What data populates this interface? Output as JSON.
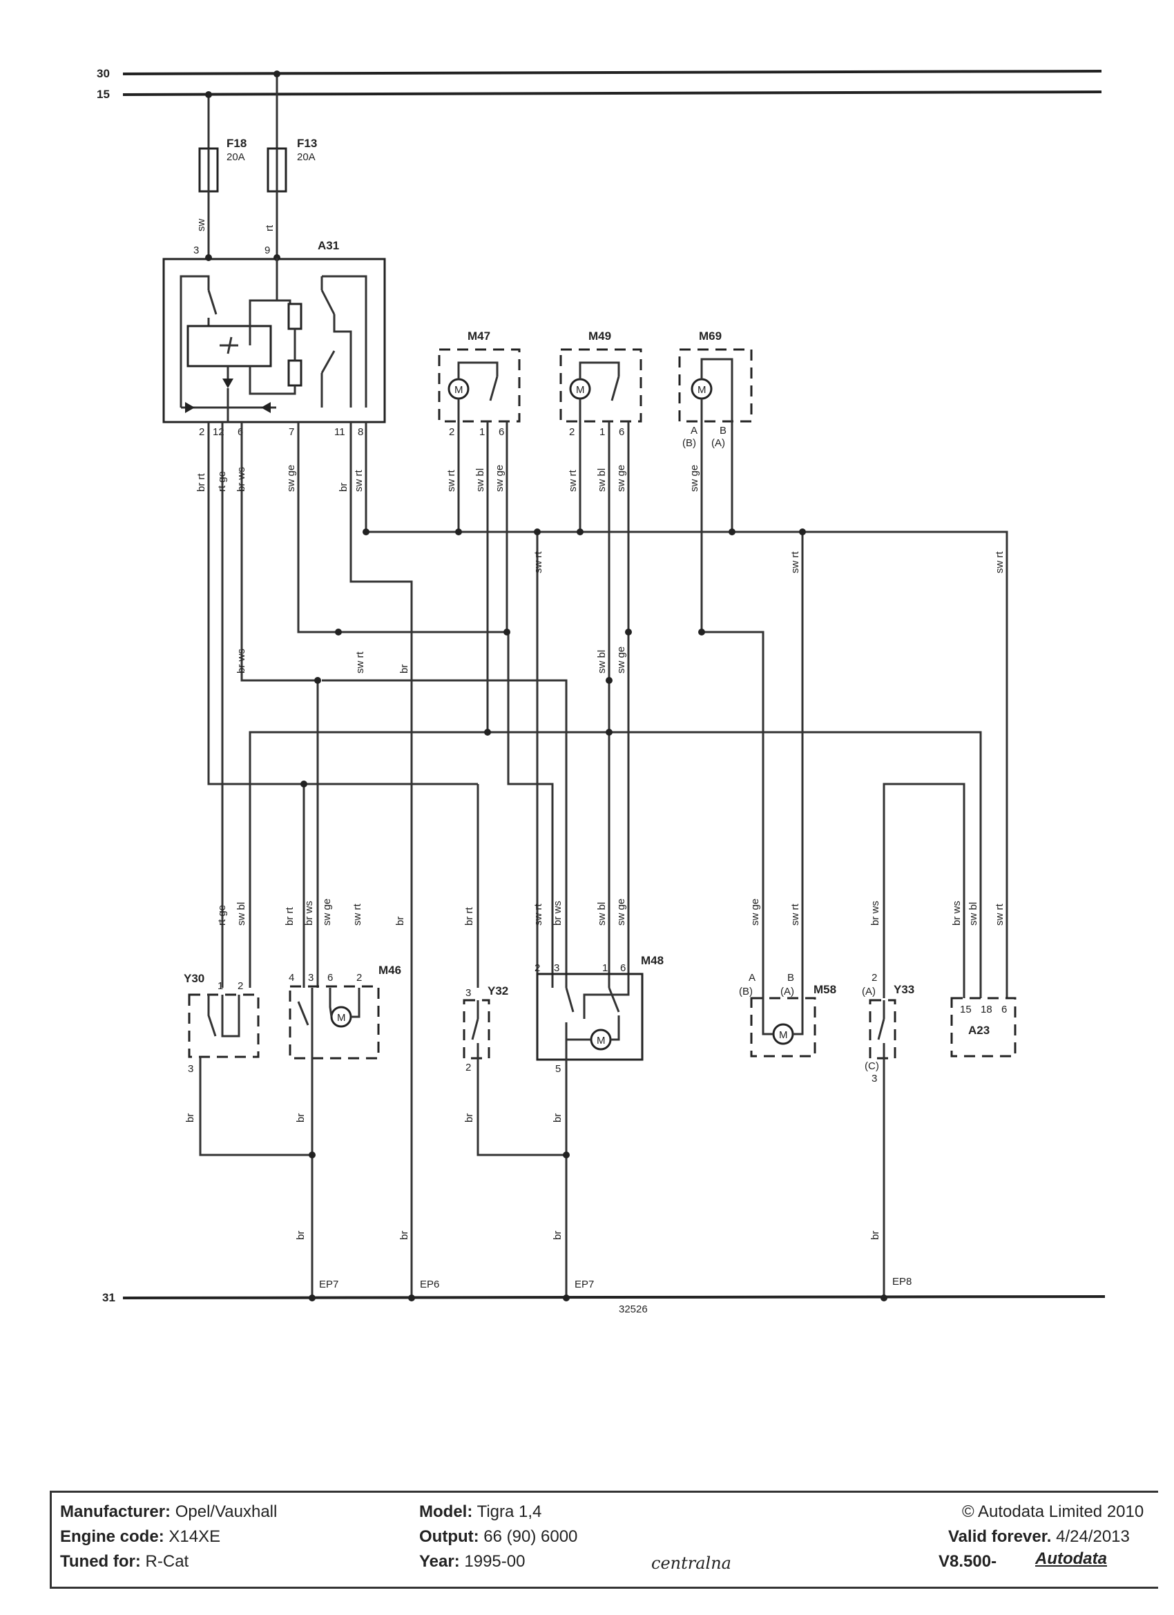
{
  "rails": {
    "r30": "30",
    "r15": "15",
    "r31": "31"
  },
  "fuses": [
    {
      "name": "F18",
      "rating": "20A"
    },
    {
      "name": "F13",
      "rating": "20A"
    }
  ],
  "components": {
    "a31": "A31",
    "m47": "M47",
    "m49": "M49",
    "m69": "M69",
    "y30": "Y30",
    "m46": "M46",
    "y32": "Y32",
    "m48": "M48",
    "m58": "M58",
    "y33": "Y33",
    "a23": "A23"
  },
  "motor_symbol": "M",
  "pins": {
    "a31_in_3": "3",
    "a31_in_9": "9",
    "a31_2": "2",
    "a31_12": "12",
    "a31_6": "6",
    "a31_7": "7",
    "a31_11": "11",
    "a31_8": "8",
    "m47_2": "2",
    "m47_1": "1",
    "m47_6": "6",
    "m49_2": "2",
    "m49_1": "1",
    "m49_6": "6",
    "m69_a": "A",
    "m69_b": "B",
    "m69_ab": "(B)",
    "m69_ba": "(A)",
    "y30_1": "1",
    "y30_2": "2",
    "y30_3": "3",
    "m46_4": "4",
    "m46_3": "3",
    "m46_6": "6",
    "m46_2": "2",
    "y32_3": "3",
    "y32_2": "2",
    "m48_2": "2",
    "m48_3": "3",
    "m48_1": "1",
    "m48_6": "6",
    "m48_5": "5",
    "m58_a": "A",
    "m58_b": "B",
    "m58_ab": "(B)",
    "m58_ba": "(A)",
    "y33_2": "2",
    "y33_a": "(A)",
    "y33_c": "(C)",
    "y33_3": "3",
    "a23_15": "15",
    "a23_18": "18",
    "a23_6": "6"
  },
  "wires": {
    "sw": "sw",
    "rt": "rt",
    "br_rt": "br rt",
    "rt_ge": "rt ge",
    "br_ws": "br ws",
    "sw_ge": "sw ge",
    "br": "br",
    "sw_rt": "sw rt",
    "sw_bl": "sw bl"
  },
  "earth_points": {
    "ep7a": "EP7",
    "ep6": "EP6",
    "ep7b": "EP7",
    "ep8": "EP8"
  },
  "diagram_number": "32526",
  "info": {
    "manufacturer_label": "Manufacturer:",
    "manufacturer": "Opel/Vauxhall",
    "engine_label": "Engine code:",
    "engine": "X14XE",
    "tuned_label": "Tuned for:",
    "tuned": "R-Cat",
    "model_label": "Model:",
    "model": "Tigra  1,4",
    "output_label": "Output:",
    "output": "66 (90) 6000",
    "year_label": "Year:",
    "year": "1995-00",
    "copyright": "© Autodata Limited 2010",
    "valid_label": "Valid forever.",
    "valid_date": "4/24/2013",
    "version": "V8.500-",
    "brand": "Autodata",
    "handwritten": "centralna"
  }
}
